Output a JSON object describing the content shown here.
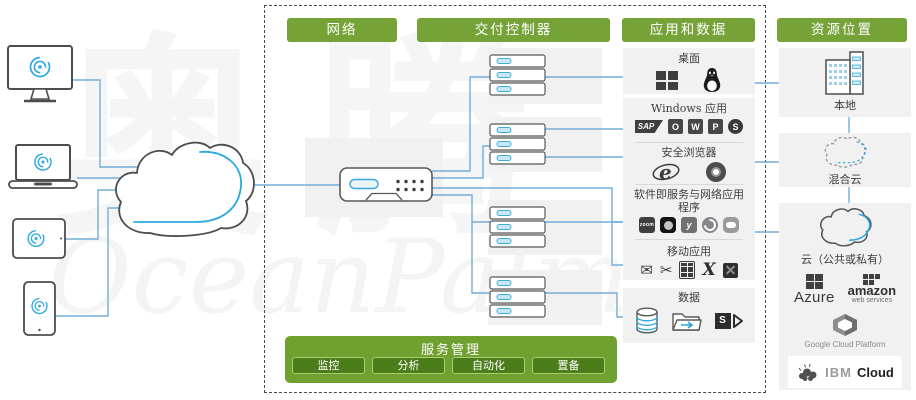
{
  "watermark": {
    "cjk": "奥腾",
    "latin": "OceanPalm"
  },
  "headers": {
    "network": "网络",
    "delivery_controller": "交付控制器",
    "apps_and_data": "应用和数据",
    "resource_location": "资源位置"
  },
  "apps": {
    "desktop": {
      "title": "桌面"
    },
    "windows_apps": {
      "title": "Windows 应用",
      "sap_label": "SAP",
      "outlook_letter": "O",
      "word_letter": "W",
      "powerpoint_letter": "P",
      "skype_letter": "S"
    },
    "secure_browser": {
      "title": "安全浏览器",
      "ie_letter": "e"
    },
    "saas": {
      "title": "软件即服务与网络应用程序",
      "zoom_label": "zoom",
      "yammer_letter": "y"
    },
    "mobile": {
      "title": "移动应用",
      "x_letter": "X"
    },
    "data": {
      "title": "数据",
      "sharepoint_letter": "S"
    }
  },
  "resources": {
    "local_label": "本地",
    "hybrid_label": "混合云",
    "cloud_label": "云（公共或私有）",
    "providers": {
      "azure": "Azure",
      "amazon": "amazon",
      "aws_sub": "web services",
      "gcp": "Google Cloud Platform",
      "ibm": "IBM",
      "ibm_cloud": "Cloud"
    }
  },
  "service_management": {
    "title": "服务管理",
    "items": [
      "监控",
      "分析",
      "自动化",
      "置备"
    ]
  },
  "icon_glyphs": {
    "mail": "✉",
    "scissors": "✂"
  },
  "colors": {
    "green": "#76A338",
    "green_dark": "#4C7D1B",
    "line_blue": "#74ADD9",
    "accent_blue": "#29A9E0",
    "block_gray": "#F1F1F2",
    "outline": "#58595B"
  }
}
